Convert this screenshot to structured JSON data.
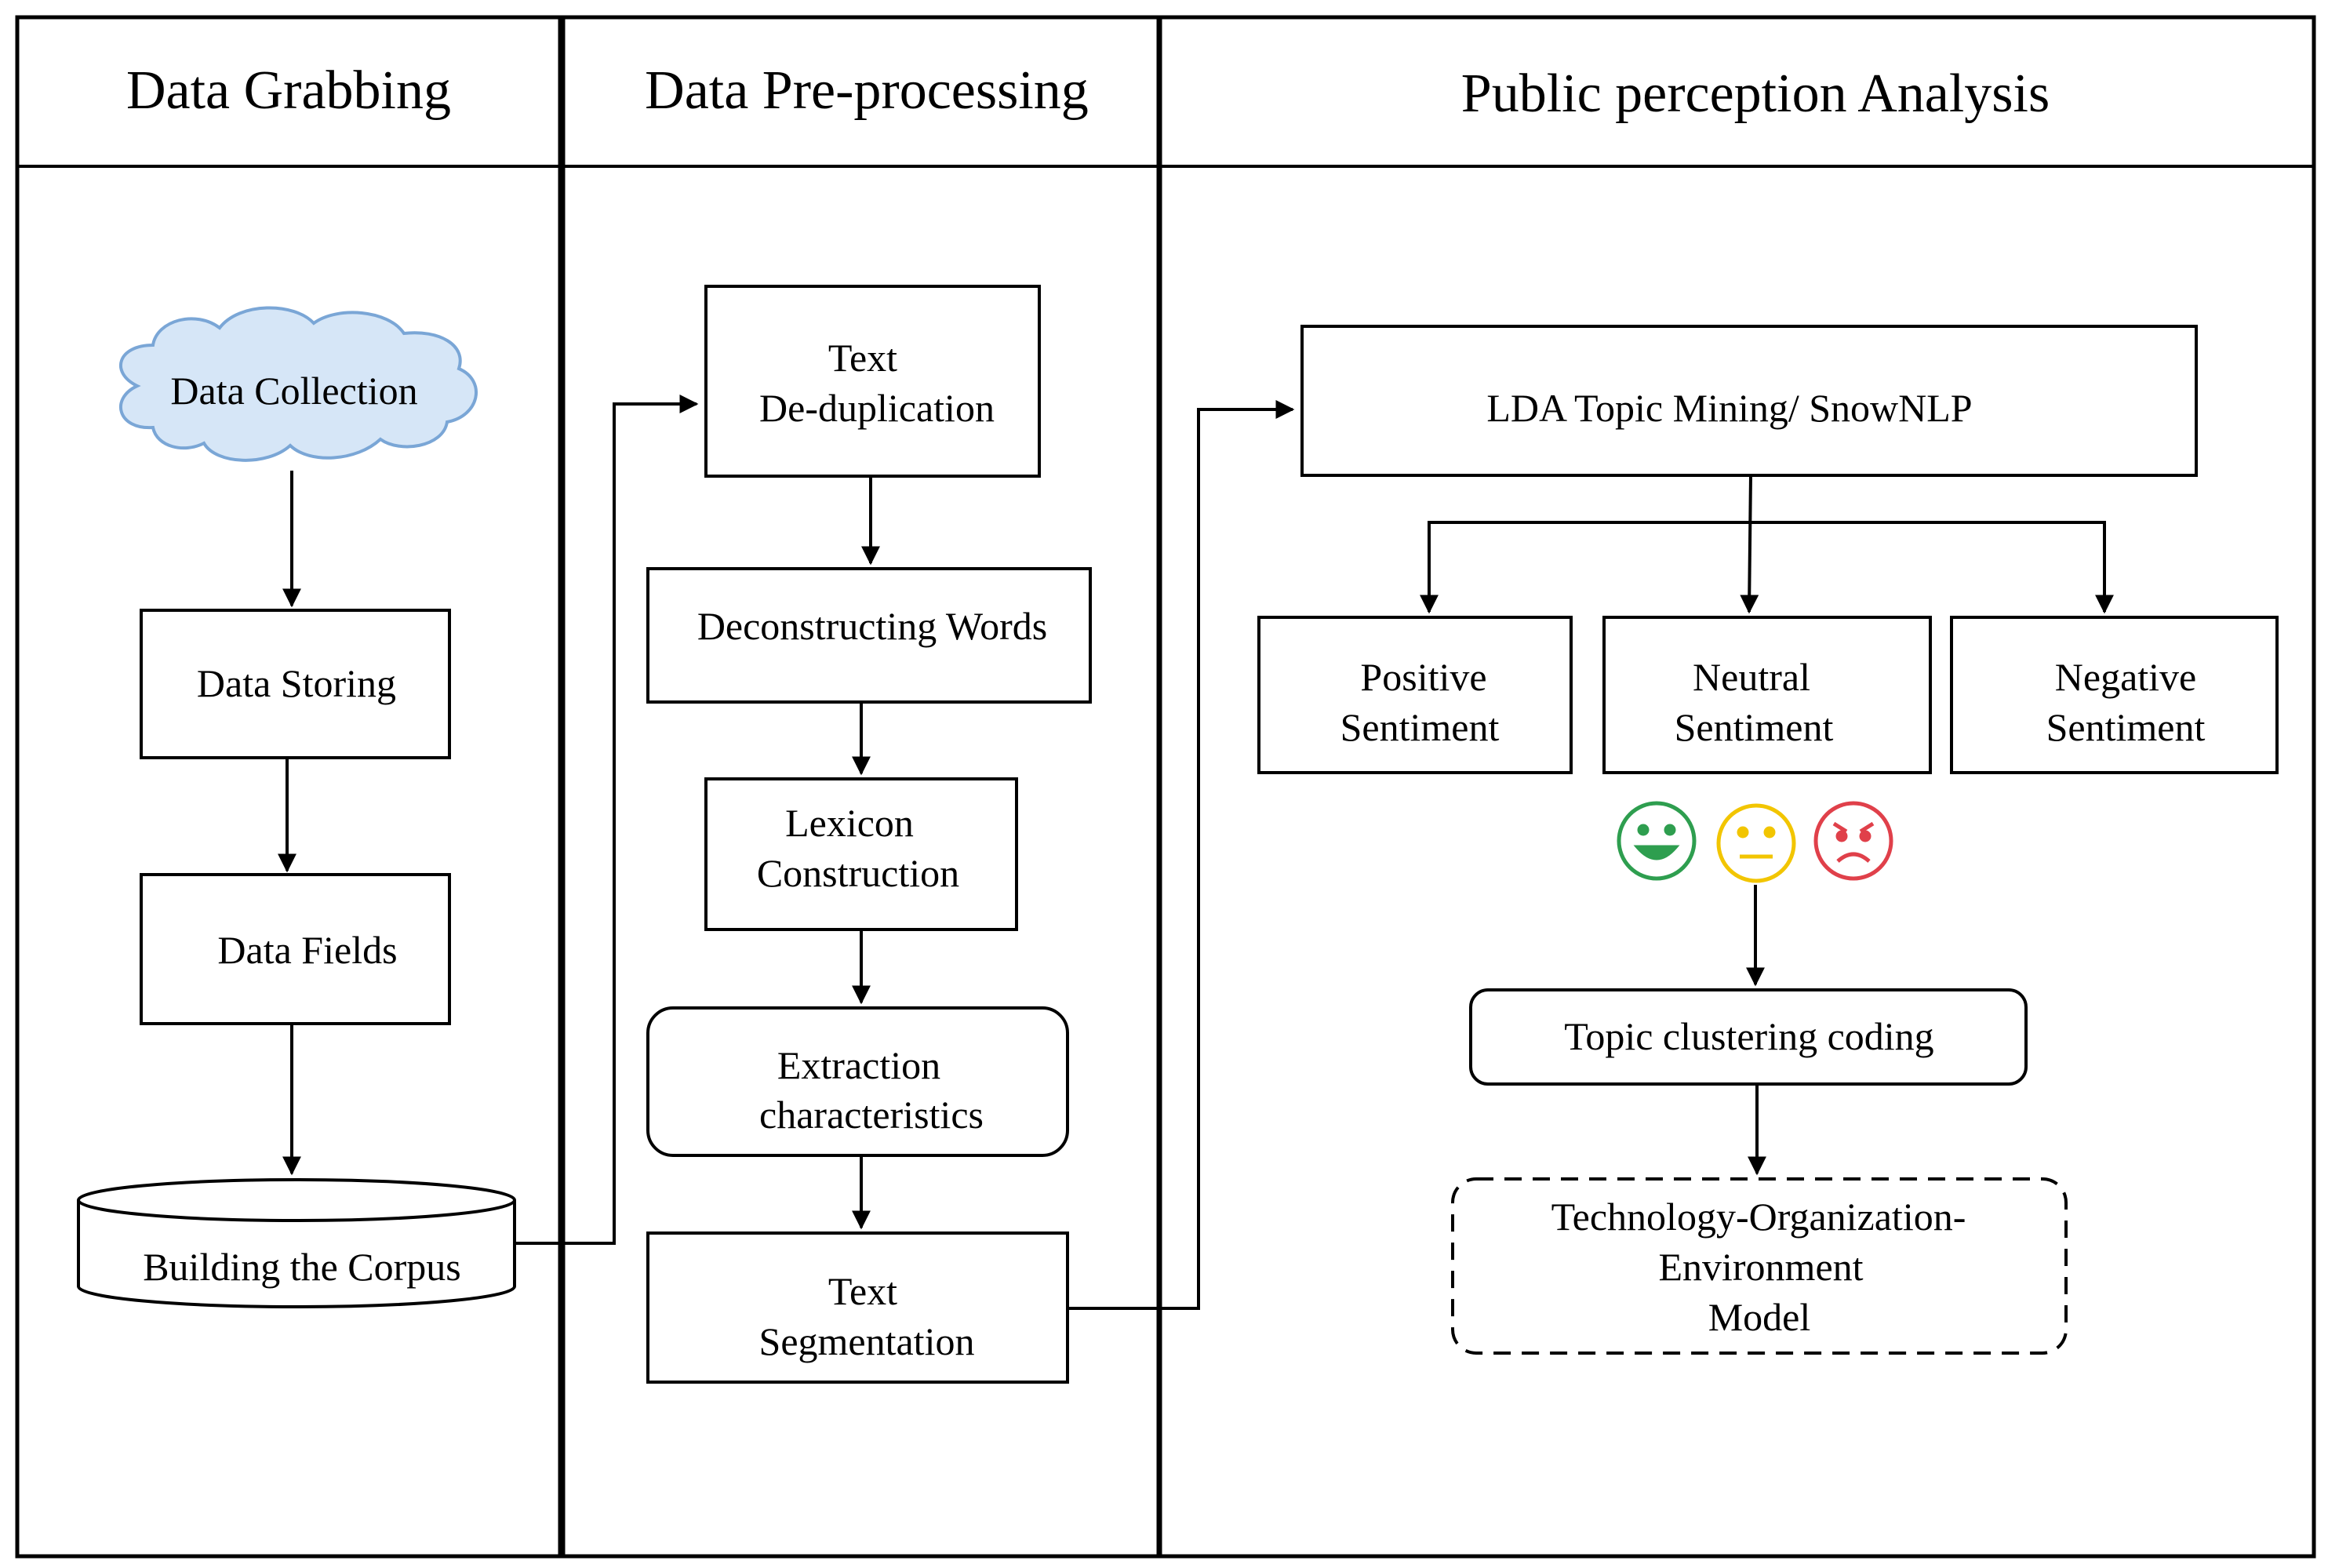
{
  "columns": {
    "grabbing": "Data Grabbing",
    "preprocessing": "Data Pre-processing",
    "analysis": "Public perception Analysis"
  },
  "grabbing": {
    "collection": "Data Collection",
    "storing": "Data Storing",
    "fields": "Data Fields",
    "corpus": "Building the Corpus"
  },
  "preprocessing": {
    "dedup": [
      "Text",
      "De-duplication"
    ],
    "deconstruct": "Deconstructing Words",
    "lexicon": [
      "Lexicon",
      "Construction"
    ],
    "extraction": [
      "Extraction",
      "characteristics"
    ],
    "segmentation": [
      "Text",
      "Segmentation"
    ]
  },
  "analysis": {
    "lda": "LDA Topic Mining/ SnowNLP",
    "positive": [
      "Positive",
      "Sentiment"
    ],
    "neutral": [
      "Neutral",
      "Sentiment"
    ],
    "negative": [
      "Negative",
      "Sentiment"
    ],
    "clustering": "Topic clustering coding",
    "toe": [
      "Technology-Organization-",
      "Environment",
      "Model"
    ]
  },
  "icons": {
    "positive_face": "smiley-face-icon",
    "neutral_face": "neutral-face-icon",
    "negative_face": "angry-face-icon"
  },
  "colors": {
    "cloud_fill": "#d6e6f7",
    "cloud_stroke": "#7aa6d6",
    "positive": "#2e9e4f",
    "neutral": "#f2c500",
    "negative": "#e0404a"
  }
}
